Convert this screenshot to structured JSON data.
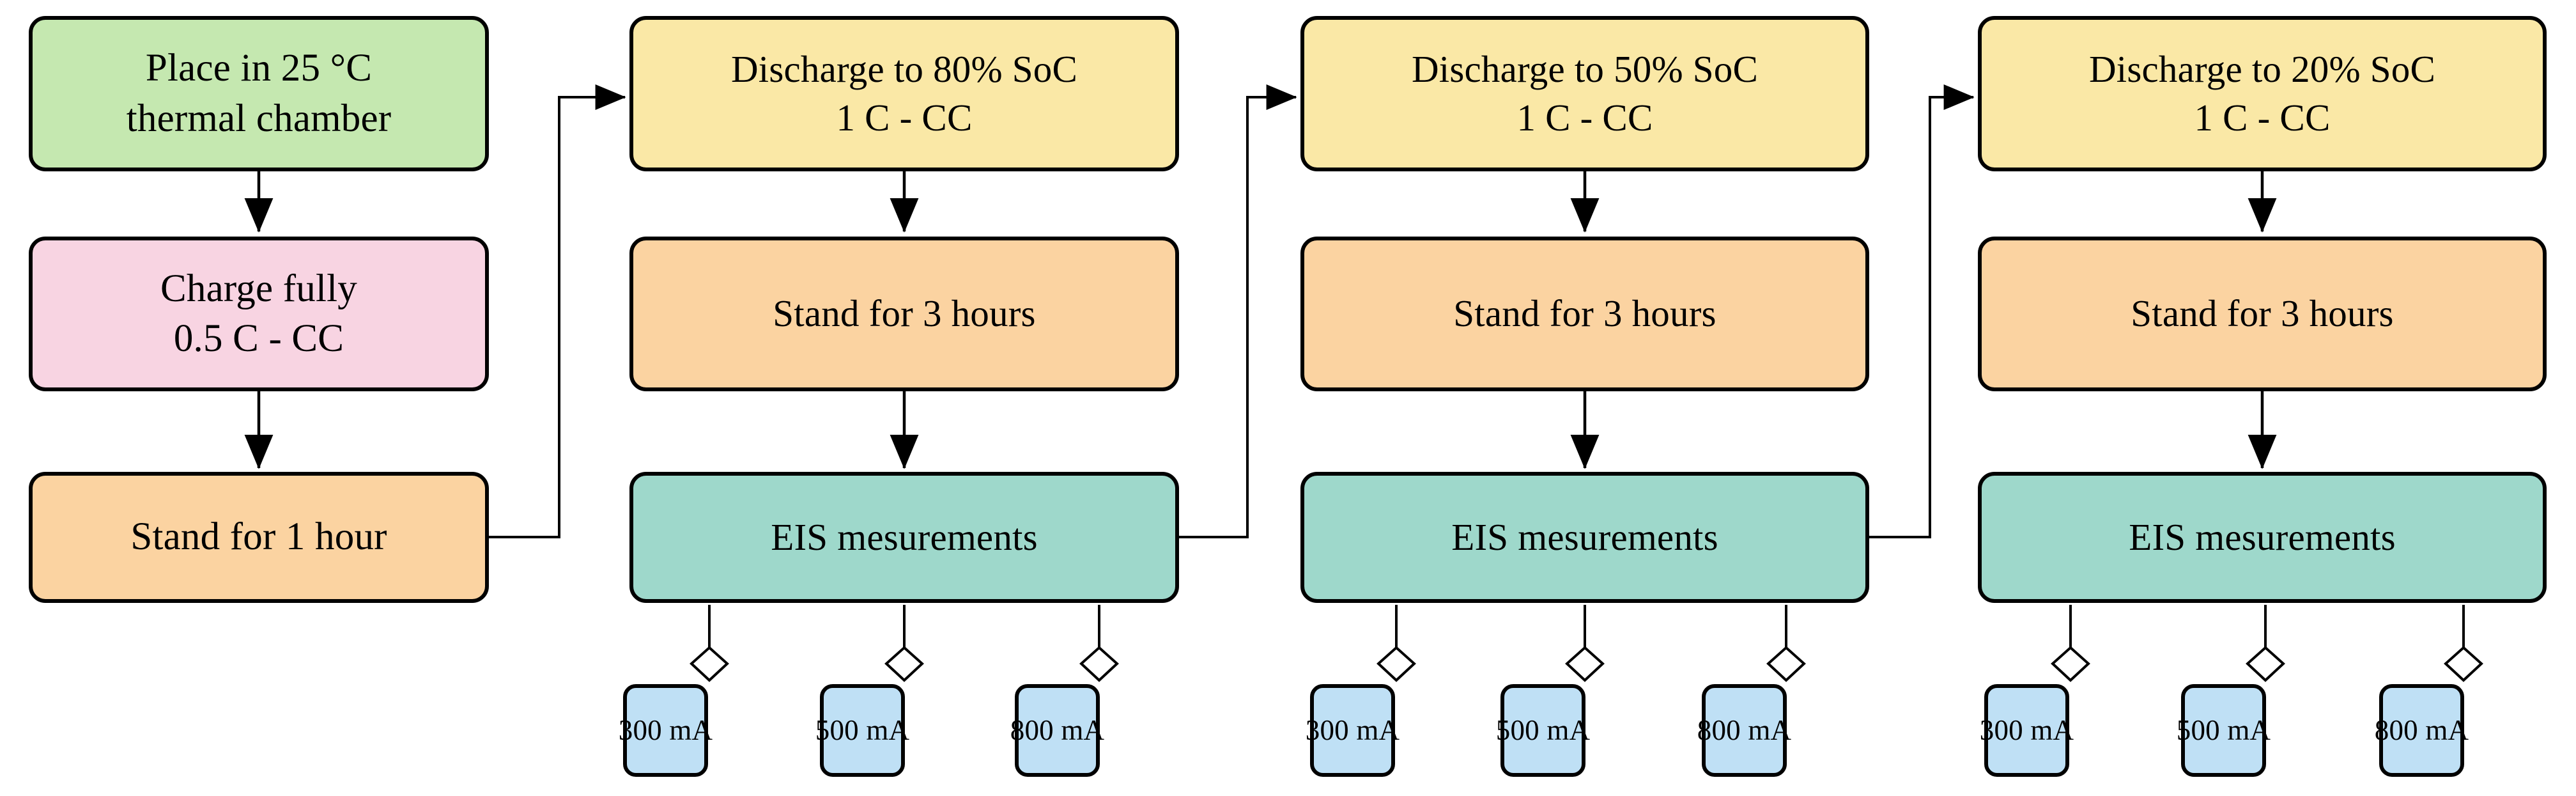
{
  "diagram": {
    "title": "Battery EIS test procedure flowchart",
    "colors": {
      "green": "#c5e8b0",
      "pink": "#f8d4e2",
      "orange": "#fbd3a1",
      "yellow": "#fae8a6",
      "teal": "#9ed8cb",
      "blue": "#bfe0f5",
      "outline": "#000000",
      "background": "#ffffff"
    },
    "columns": [
      {
        "id": "setup",
        "nodes": [
          {
            "id": "place-chamber",
            "fill": "green",
            "lines": [
              "Place in 25 °C",
              "thermal chamber"
            ]
          },
          {
            "id": "charge-fully",
            "fill": "pink",
            "lines": [
              "Charge fully",
              "0.5 C - CC"
            ]
          },
          {
            "id": "stand-1-hour",
            "fill": "orange",
            "lines": [
              "Stand for 1 hour"
            ]
          }
        ]
      },
      {
        "id": "soc-80",
        "nodes": [
          {
            "id": "discharge-80",
            "fill": "yellow",
            "lines": [
              "Discharge to 80% SoC",
              "1 C - CC"
            ]
          },
          {
            "id": "stand-3-hours-80",
            "fill": "orange",
            "lines": [
              "Stand for 3 hours"
            ]
          },
          {
            "id": "eis-80",
            "fill": "teal",
            "lines": [
              "EIS mesurements"
            ]
          }
        ],
        "currents": [
          "300 mA",
          "500 mA",
          "800 mA"
        ]
      },
      {
        "id": "soc-50",
        "nodes": [
          {
            "id": "discharge-50",
            "fill": "yellow",
            "lines": [
              "Discharge to 50% SoC",
              "1 C - CC"
            ]
          },
          {
            "id": "stand-3-hours-50",
            "fill": "orange",
            "lines": [
              "Stand for 3 hours"
            ]
          },
          {
            "id": "eis-50",
            "fill": "teal",
            "lines": [
              "EIS mesurements"
            ]
          }
        ],
        "currents": [
          "300 mA",
          "500 mA",
          "800 mA"
        ]
      },
      {
        "id": "soc-20",
        "nodes": [
          {
            "id": "discharge-20",
            "fill": "yellow",
            "lines": [
              "Discharge to 20% SoC",
              "1 C - CC"
            ]
          },
          {
            "id": "stand-3-hours-20",
            "fill": "orange",
            "lines": [
              "Stand for 3 hours"
            ]
          },
          {
            "id": "eis-20",
            "fill": "teal",
            "lines": [
              "EIS mesurements"
            ]
          }
        ],
        "currents": [
          "300 mA",
          "500 mA",
          "800 mA"
        ]
      }
    ]
  }
}
